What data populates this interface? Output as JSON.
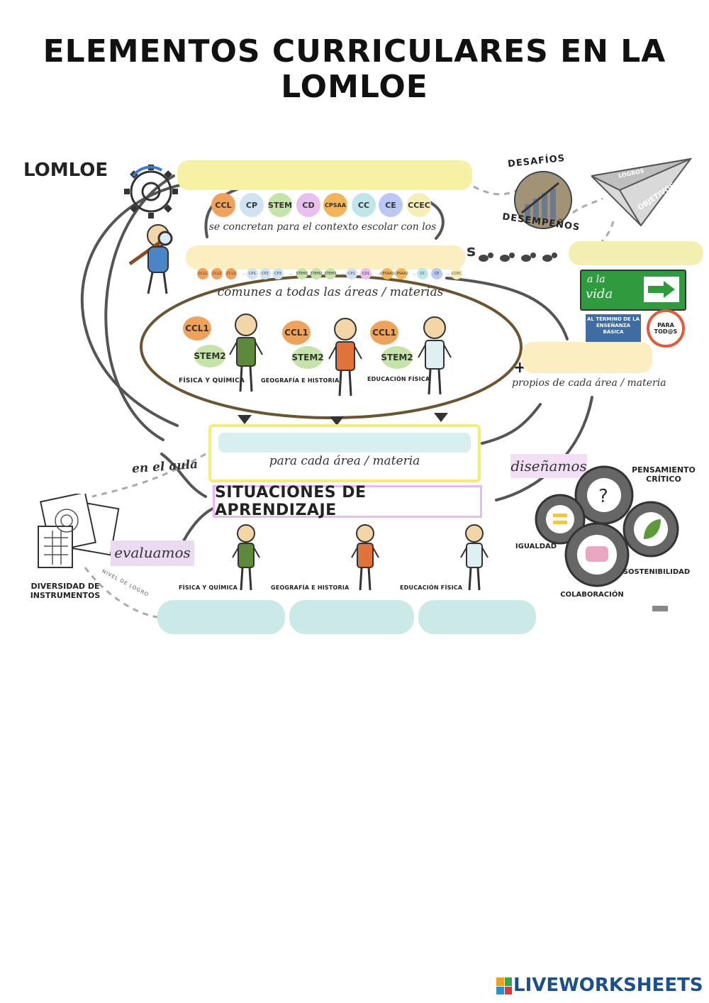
{
  "title": "ELEMENTOS CURRICULARES EN LA LOMLOE",
  "lomloe_label": "LOMLOE",
  "key_competences": [
    "CCL",
    "CP",
    "STEM",
    "CD",
    "CPSAA",
    "CC",
    "CE",
    "CCEC"
  ],
  "key_competence_colors": [
    "#f0a25a",
    "#cfe3f3",
    "#c6e3a9",
    "#e9bff0",
    "#f4b45a",
    "#bfe6ea",
    "#b9c8f5",
    "#f6eeb4"
  ],
  "concretan_text": "se concretan para el contexto escolar con los",
  "descriptors": [
    "CCL1",
    "CCL2",
    "CCL3",
    "...",
    "CP1",
    "CP2",
    "CP3",
    "...",
    "STEM1",
    "STEM2",
    "STEM3",
    "...",
    "CP1",
    "CD1",
    "...",
    "CPSAA1",
    "CPSAA2",
    "...",
    "CC",
    "CE",
    "...",
    "CCEC"
  ],
  "comunes_text": "comunes a todas las áreas / materias",
  "ccl_tag": "CCL1",
  "stem_tag": "STEM2",
  "subjects": [
    "FÍSICA Y QUÍMICA",
    "GEOGRAFÍA E HISTORIA",
    "EDUCACIÓN FÍSICA"
  ],
  "shirt_colors": [
    "#5c8a3a",
    "#e0733a",
    "#dff0f2"
  ],
  "propios_text": "propios de cada área / materia",
  "para_cada_text": "para cada área / materia",
  "en_el_aula": "en el aula",
  "situaciones": "SITUACIONES DE APRENDIZAJE",
  "disenamos": "diseñamos",
  "evaluamos": "evaluamos",
  "instrumentos": "DIVERSIDAD DE INSTRUMENTOS",
  "nivel_logro": "NIVEL DE LOGRO",
  "desafios": {
    "top": "DESAFÍOS",
    "bottom": "DESEMPEÑOS"
  },
  "plane": {
    "line1": "LOGROS",
    "line2": "OBJETIVOS"
  },
  "sign": {
    "a_la": "a la",
    "vida": "vida",
    "termino": "AL TÉRMINO DE LA ENSEÑANZA BÁSICA",
    "para_todos": "PARA TOD@S"
  },
  "gears": {
    "pensamiento": "PENSAMIENTO CRÍTICO",
    "igualdad": "IGUALDAD",
    "sostenibilidad": "SOSTENIBILIDAD",
    "colaboracion": "COLABORACIÓN"
  },
  "brand": "LIVEWORKSHEETS"
}
